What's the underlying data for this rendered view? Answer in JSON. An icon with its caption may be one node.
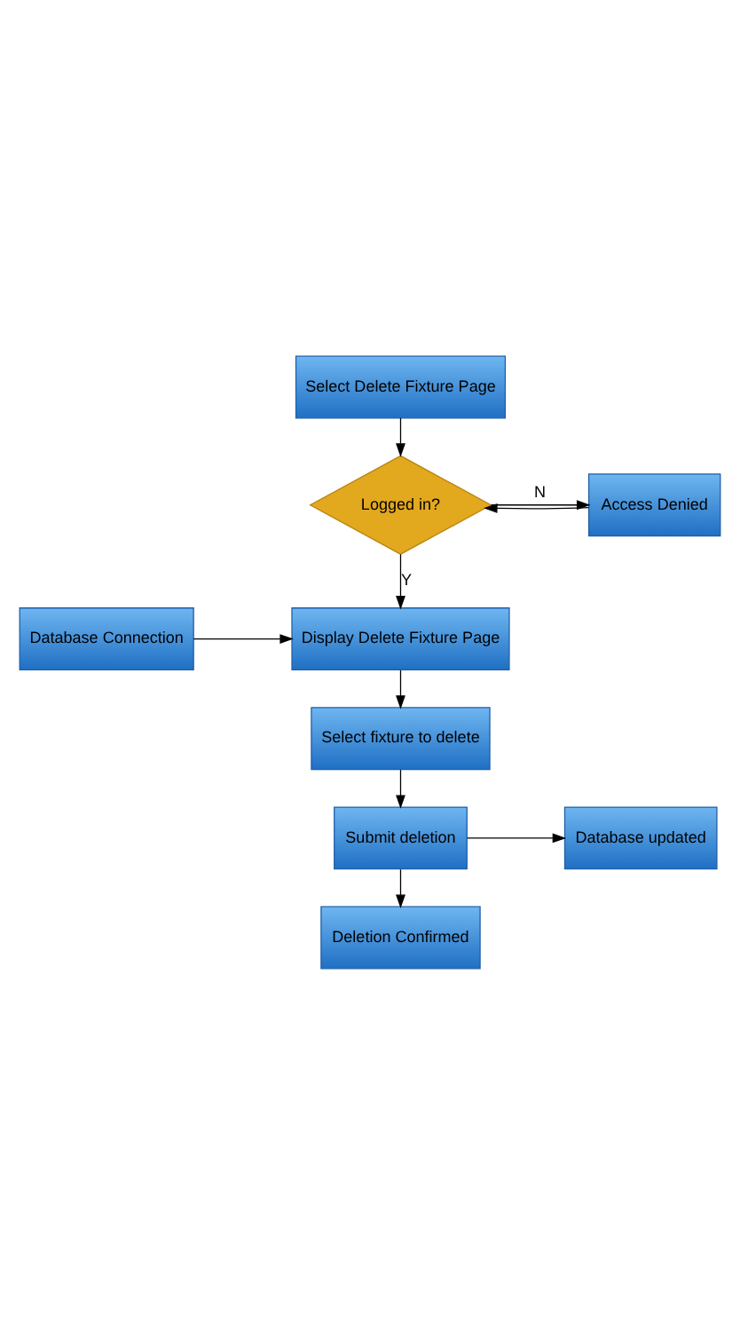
{
  "diagram": {
    "nodes": [
      {
        "text": [
          "Select Delete Fixture Page"
        ]
      },
      {
        "text": [
          "Logged in?"
        ]
      },
      {
        "text": [
          "Access Denied"
        ]
      },
      {
        "text": [
          "Display Delete Fixture Page"
        ]
      },
      {
        "text": [
          "Database Connection"
        ]
      },
      {
        "text": [
          "Select fixture to delete"
        ]
      },
      {
        "text": [
          "Submit deletion"
        ]
      },
      {
        "text": [
          "Database updated"
        ]
      },
      {
        "text": [
          "Deletion Confirmed"
        ]
      }
    ],
    "edges": [
      {
        "from": 0,
        "to": 1,
        "arrow": "to"
      },
      {
        "from": 1,
        "to": 2,
        "arrow": "to",
        "label": "N"
      },
      {
        "from": 2,
        "to": 1,
        "arrow": "to"
      },
      {
        "from": 1,
        "to": 3,
        "arrow": "to",
        "label": "Y"
      },
      {
        "from": 4,
        "to": 3,
        "arrow": "to"
      },
      {
        "from": 3,
        "to": 5,
        "arrow": "to"
      },
      {
        "from": 5,
        "to": 6,
        "arrow": "to"
      },
      {
        "from": 6,
        "to": 7,
        "arrow": "to"
      },
      {
        "from": 6,
        "to": 8,
        "arrow": "to"
      }
    ]
  }
}
